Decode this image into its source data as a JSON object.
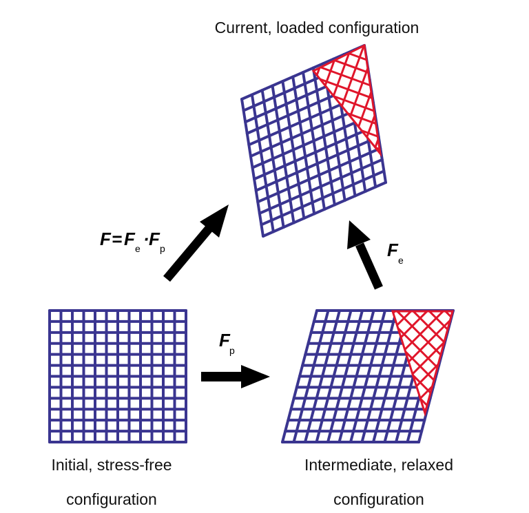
{
  "title": "Current, loaded configuration",
  "initial": {
    "line1": "Initial, stress-free",
    "line2": "configuration"
  },
  "intermediate": {
    "line1": "Intermediate, relaxed",
    "line2": "configuration"
  },
  "arrows": {
    "total": {
      "F": "F",
      "eq": "=",
      "Fe": "F",
      "e": "e",
      "dot": "·",
      "Fp": "F",
      "p": "p"
    },
    "elastic": {
      "F": "F",
      "sub": "e"
    },
    "plastic": {
      "F": "F",
      "sub": "p"
    }
  },
  "colors": {
    "grid": "#3a3590",
    "hatch": "#e0162b",
    "arrow": "#000000"
  }
}
